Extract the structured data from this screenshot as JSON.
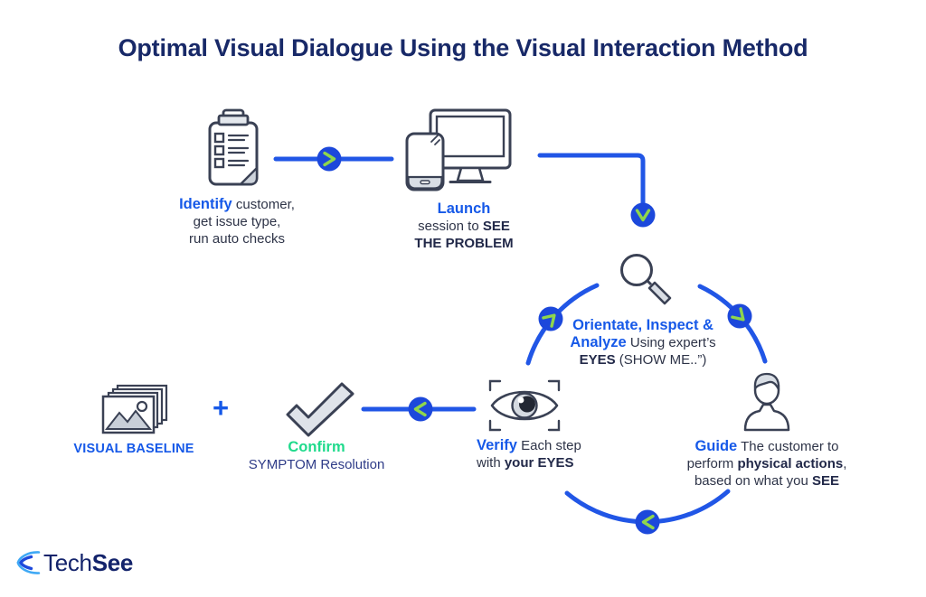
{
  "title": "Optimal Visual Dialogue Using the Visual Interaction Method",
  "steps": {
    "identify": {
      "label": "Identify",
      "line1_rest": " customer,",
      "line2": "get issue type,",
      "line3": "run auto checks"
    },
    "launch": {
      "label": "Launch",
      "line2_pre": "session to ",
      "line2_bold": "SEE",
      "line3": "THE PROBLEM"
    },
    "orientate": {
      "label_line1": "Orientate, Inspect &",
      "label_line2": "Analyze",
      "line2_rest": " Using expert’s",
      "line3_bold": "EYES",
      "line3_rest": " (SHOW ME..”)"
    },
    "guide": {
      "label": "Guide",
      "line1_rest": " The customer to",
      "line2_pre": "perform ",
      "line2_bold": "physical actions",
      "line2_post": ",",
      "line3_pre": "based on what you ",
      "line3_bold": "SEE"
    },
    "verify": {
      "label": "Verify",
      "line1_rest": " Each step",
      "line2_pre": "with ",
      "line2_bold": "your EYES"
    },
    "confirm": {
      "label": "Confirm",
      "line2": "SYMPTOM Resolution"
    },
    "baseline": {
      "label": "VISUAL BASELINE"
    },
    "plus": "+"
  },
  "logo": {
    "regular": "Tech",
    "bold": "See"
  },
  "colors": {
    "accent_blue": "#1659E8",
    "line_blue": "#2156E6",
    "badge_blue": "#1C48DB",
    "chevron_green": "#8FD64C",
    "confirm_green": "#1FDA8C",
    "title_navy": "#182968",
    "body_dark": "#2E3448",
    "symptom_navy": "#2F3C88",
    "icon_outline": "#3A4154",
    "icon_gray_fill": "#D9DEE5",
    "logo_light_blue": "#3FA9F5",
    "logo_dark_blue": "#1D49DC"
  }
}
